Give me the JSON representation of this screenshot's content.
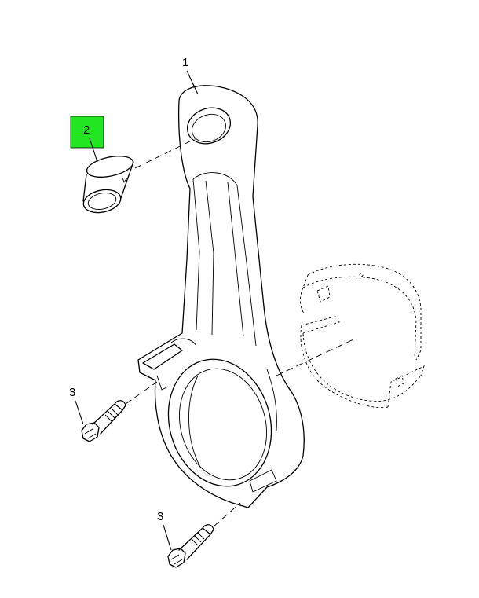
{
  "callouts": {
    "rod": "1",
    "bushing": "2",
    "bolt_upper": "3",
    "bolt_lower": "3"
  },
  "colors": {
    "highlight": "#22e622",
    "line": "#000000",
    "background": "#ffffff"
  }
}
